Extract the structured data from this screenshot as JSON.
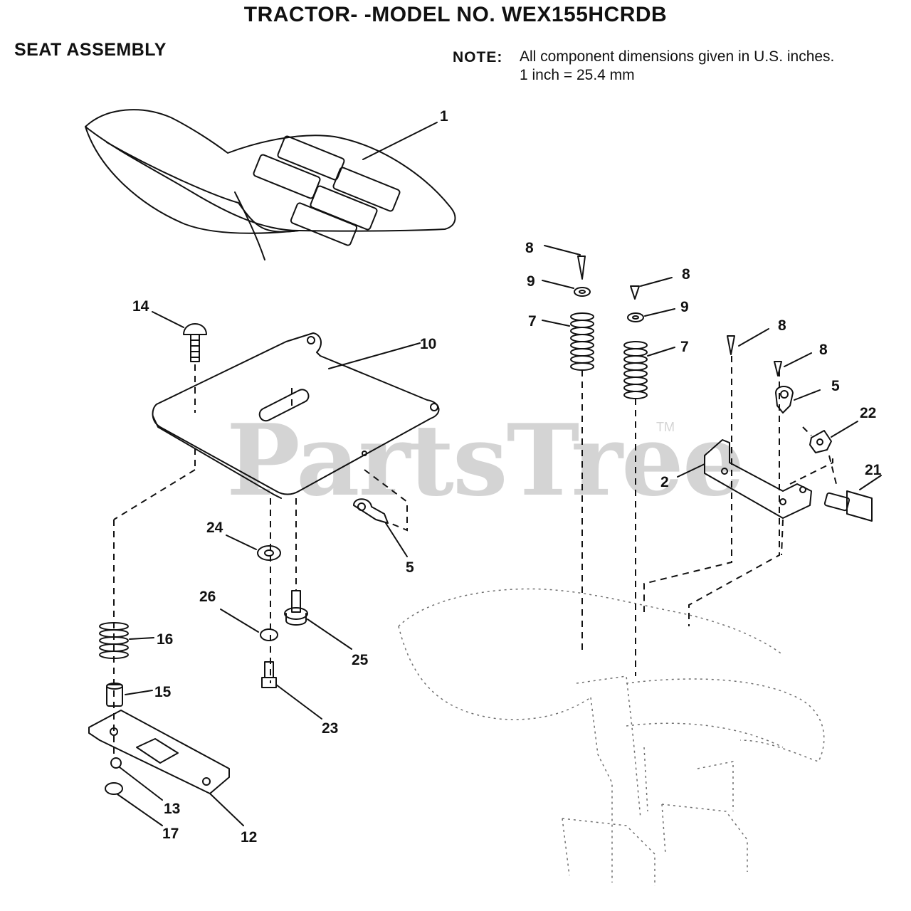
{
  "header": {
    "title": "TRACTOR- -MODEL NO. WEX155HCRDB",
    "section": "SEAT ASSEMBLY",
    "note_label": "NOTE:",
    "note_line1": "All component dimensions given in U.S. inches.",
    "note_line2": "1 inch = 25.4 mm"
  },
  "watermark": {
    "text": "PartsTree",
    "tm": "TM"
  },
  "callouts": [
    "1",
    "14",
    "10",
    "5",
    "24",
    "26",
    "25",
    "16",
    "15",
    "23",
    "13",
    "17",
    "12",
    "8",
    "9",
    "7",
    "8",
    "9",
    "7",
    "8",
    "8",
    "5",
    "22",
    "2",
    "21"
  ]
}
